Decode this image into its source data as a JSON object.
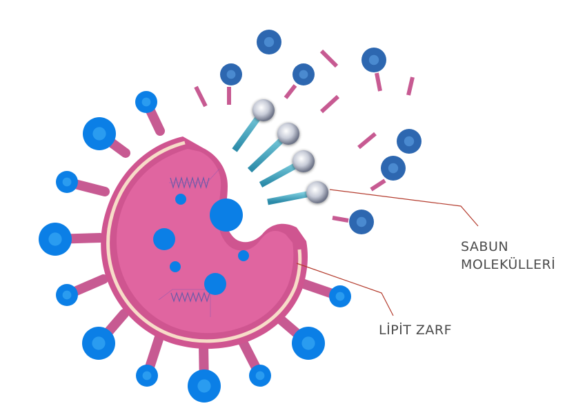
{
  "labels": {
    "soap_line1": "SABUN",
    "soap_line2": "MOLEKÜLLERİ",
    "lipid": "LİPİT ZARF"
  },
  "colors": {
    "virus_body": "#e065a0",
    "virus_rim": "#cf5590",
    "envelope": "#f7dcc8",
    "spike_stalk": "#c75a92",
    "spike_head": "#0b7fe6",
    "spike_head_dark": "#2d67b0",
    "soap_tail": "#3aa5c0",
    "soap_head": "#c8ccd8",
    "leader_line": "#b33a2c"
  }
}
